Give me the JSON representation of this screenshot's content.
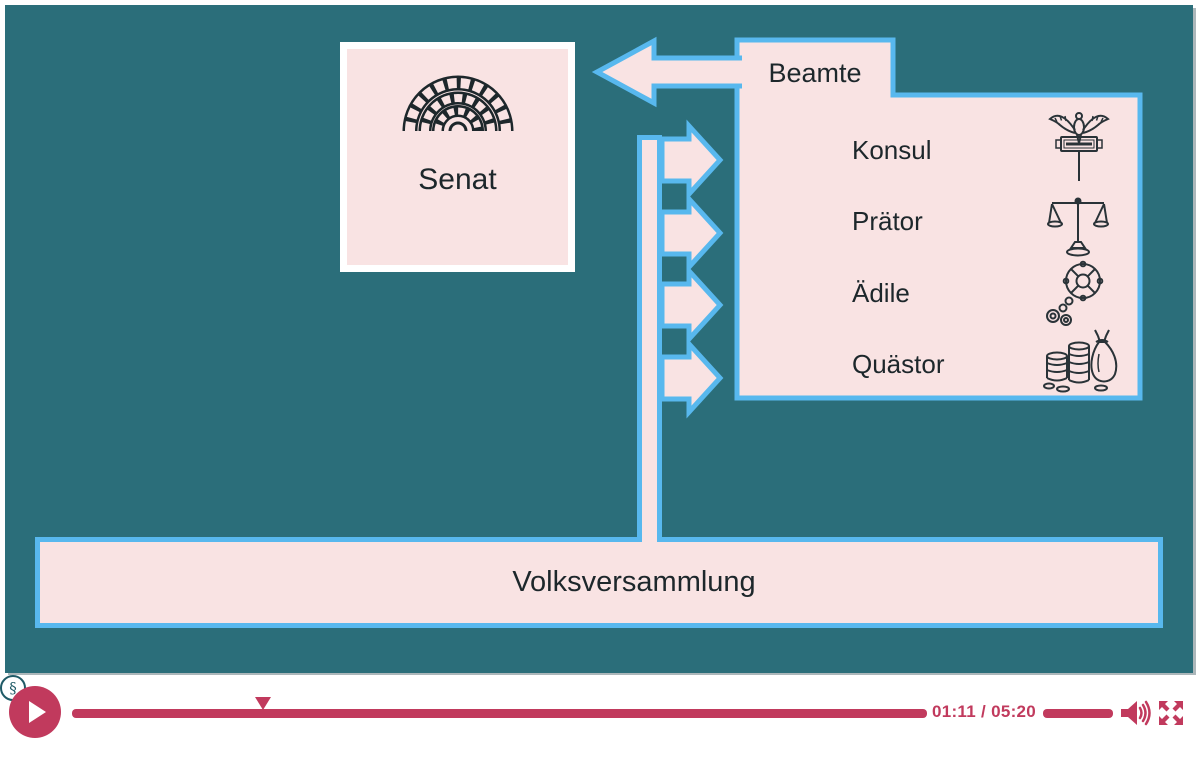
{
  "diagram": {
    "senat": {
      "label": "Senat",
      "icon": "amphitheater-icon"
    },
    "beamte": {
      "label": "Beamte",
      "officials": [
        {
          "label": "Konsul",
          "icon": "eagle-standard-icon"
        },
        {
          "label": "Prätor",
          "icon": "scales-icon"
        },
        {
          "label": "Ädile",
          "icon": "seal-chain-icon"
        },
        {
          "label": "Quästor",
          "icon": "coins-moneybag-icon"
        }
      ]
    },
    "volksversammlung": {
      "label": "Volksversammlung"
    },
    "connections": [
      "Beamte → Senat",
      "Volksversammlung → Beamte (4 Pfeile)"
    ],
    "colors": {
      "slide_background": "#2b6e7a",
      "box_fill": "#f9e3e3",
      "outline_blue": "#58b8ee",
      "senat_border": "#ffffff",
      "text": "#1d272b"
    }
  },
  "player": {
    "time_display": "01:11 / 05:20",
    "current_time": "01:11",
    "duration": "05:20",
    "progress_percent": 22,
    "accent_color": "#c13a5d",
    "paragraph_symbol": "§"
  }
}
